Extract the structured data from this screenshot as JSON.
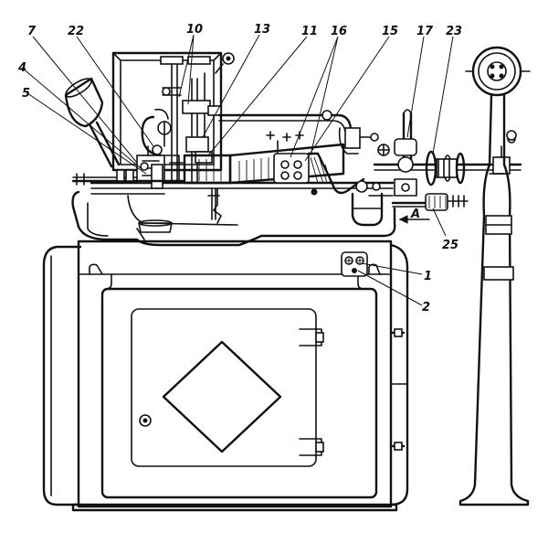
{
  "callouts": [
    {
      "id": "7",
      "label": "7"
    },
    {
      "id": "22",
      "label": "22"
    },
    {
      "id": "10",
      "label": "10"
    },
    {
      "id": "13",
      "label": "13"
    },
    {
      "id": "11",
      "label": "11"
    },
    {
      "id": "16",
      "label": "16"
    },
    {
      "id": "15",
      "label": "15"
    },
    {
      "id": "17",
      "label": "17"
    },
    {
      "id": "23",
      "label": "23"
    },
    {
      "id": "4",
      "label": "4"
    },
    {
      "id": "5",
      "label": "5"
    },
    {
      "id": "A",
      "label": "A"
    },
    {
      "id": "25",
      "label": "25"
    },
    {
      "id": "1",
      "label": "1"
    },
    {
      "id": "2",
      "label": "2"
    }
  ]
}
